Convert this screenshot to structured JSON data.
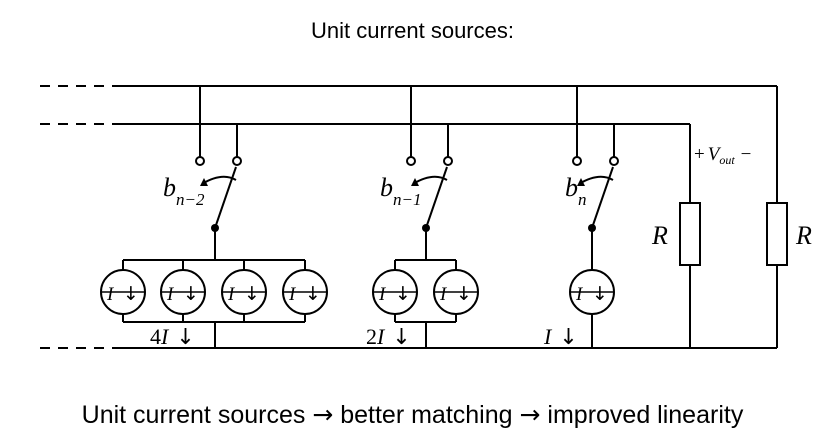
{
  "title": "Unit current sources:",
  "caption": {
    "part1": "Unit current sources",
    "arrow": "→",
    "part2": "better matching",
    "part3": "improved linearity"
  },
  "switches": [
    {
      "label_base": "b",
      "label_sub": "n−2"
    },
    {
      "label_base": "b",
      "label_sub": "n−1"
    },
    {
      "label_base": "b",
      "label_sub": "n"
    }
  ],
  "sources": {
    "symbol": "I",
    "arrow": "↓"
  },
  "currents": [
    {
      "coef": "4",
      "sym": "I",
      "arrow": "↓"
    },
    {
      "coef": "2",
      "sym": "I",
      "arrow": "↓"
    },
    {
      "coef": "",
      "sym": "I",
      "arrow": "↓"
    }
  ],
  "vout": {
    "plus": "+",
    "base": "V",
    "sub": "out",
    "minus": "−"
  },
  "resistors": [
    {
      "label": "R"
    },
    {
      "label": "R"
    }
  ]
}
